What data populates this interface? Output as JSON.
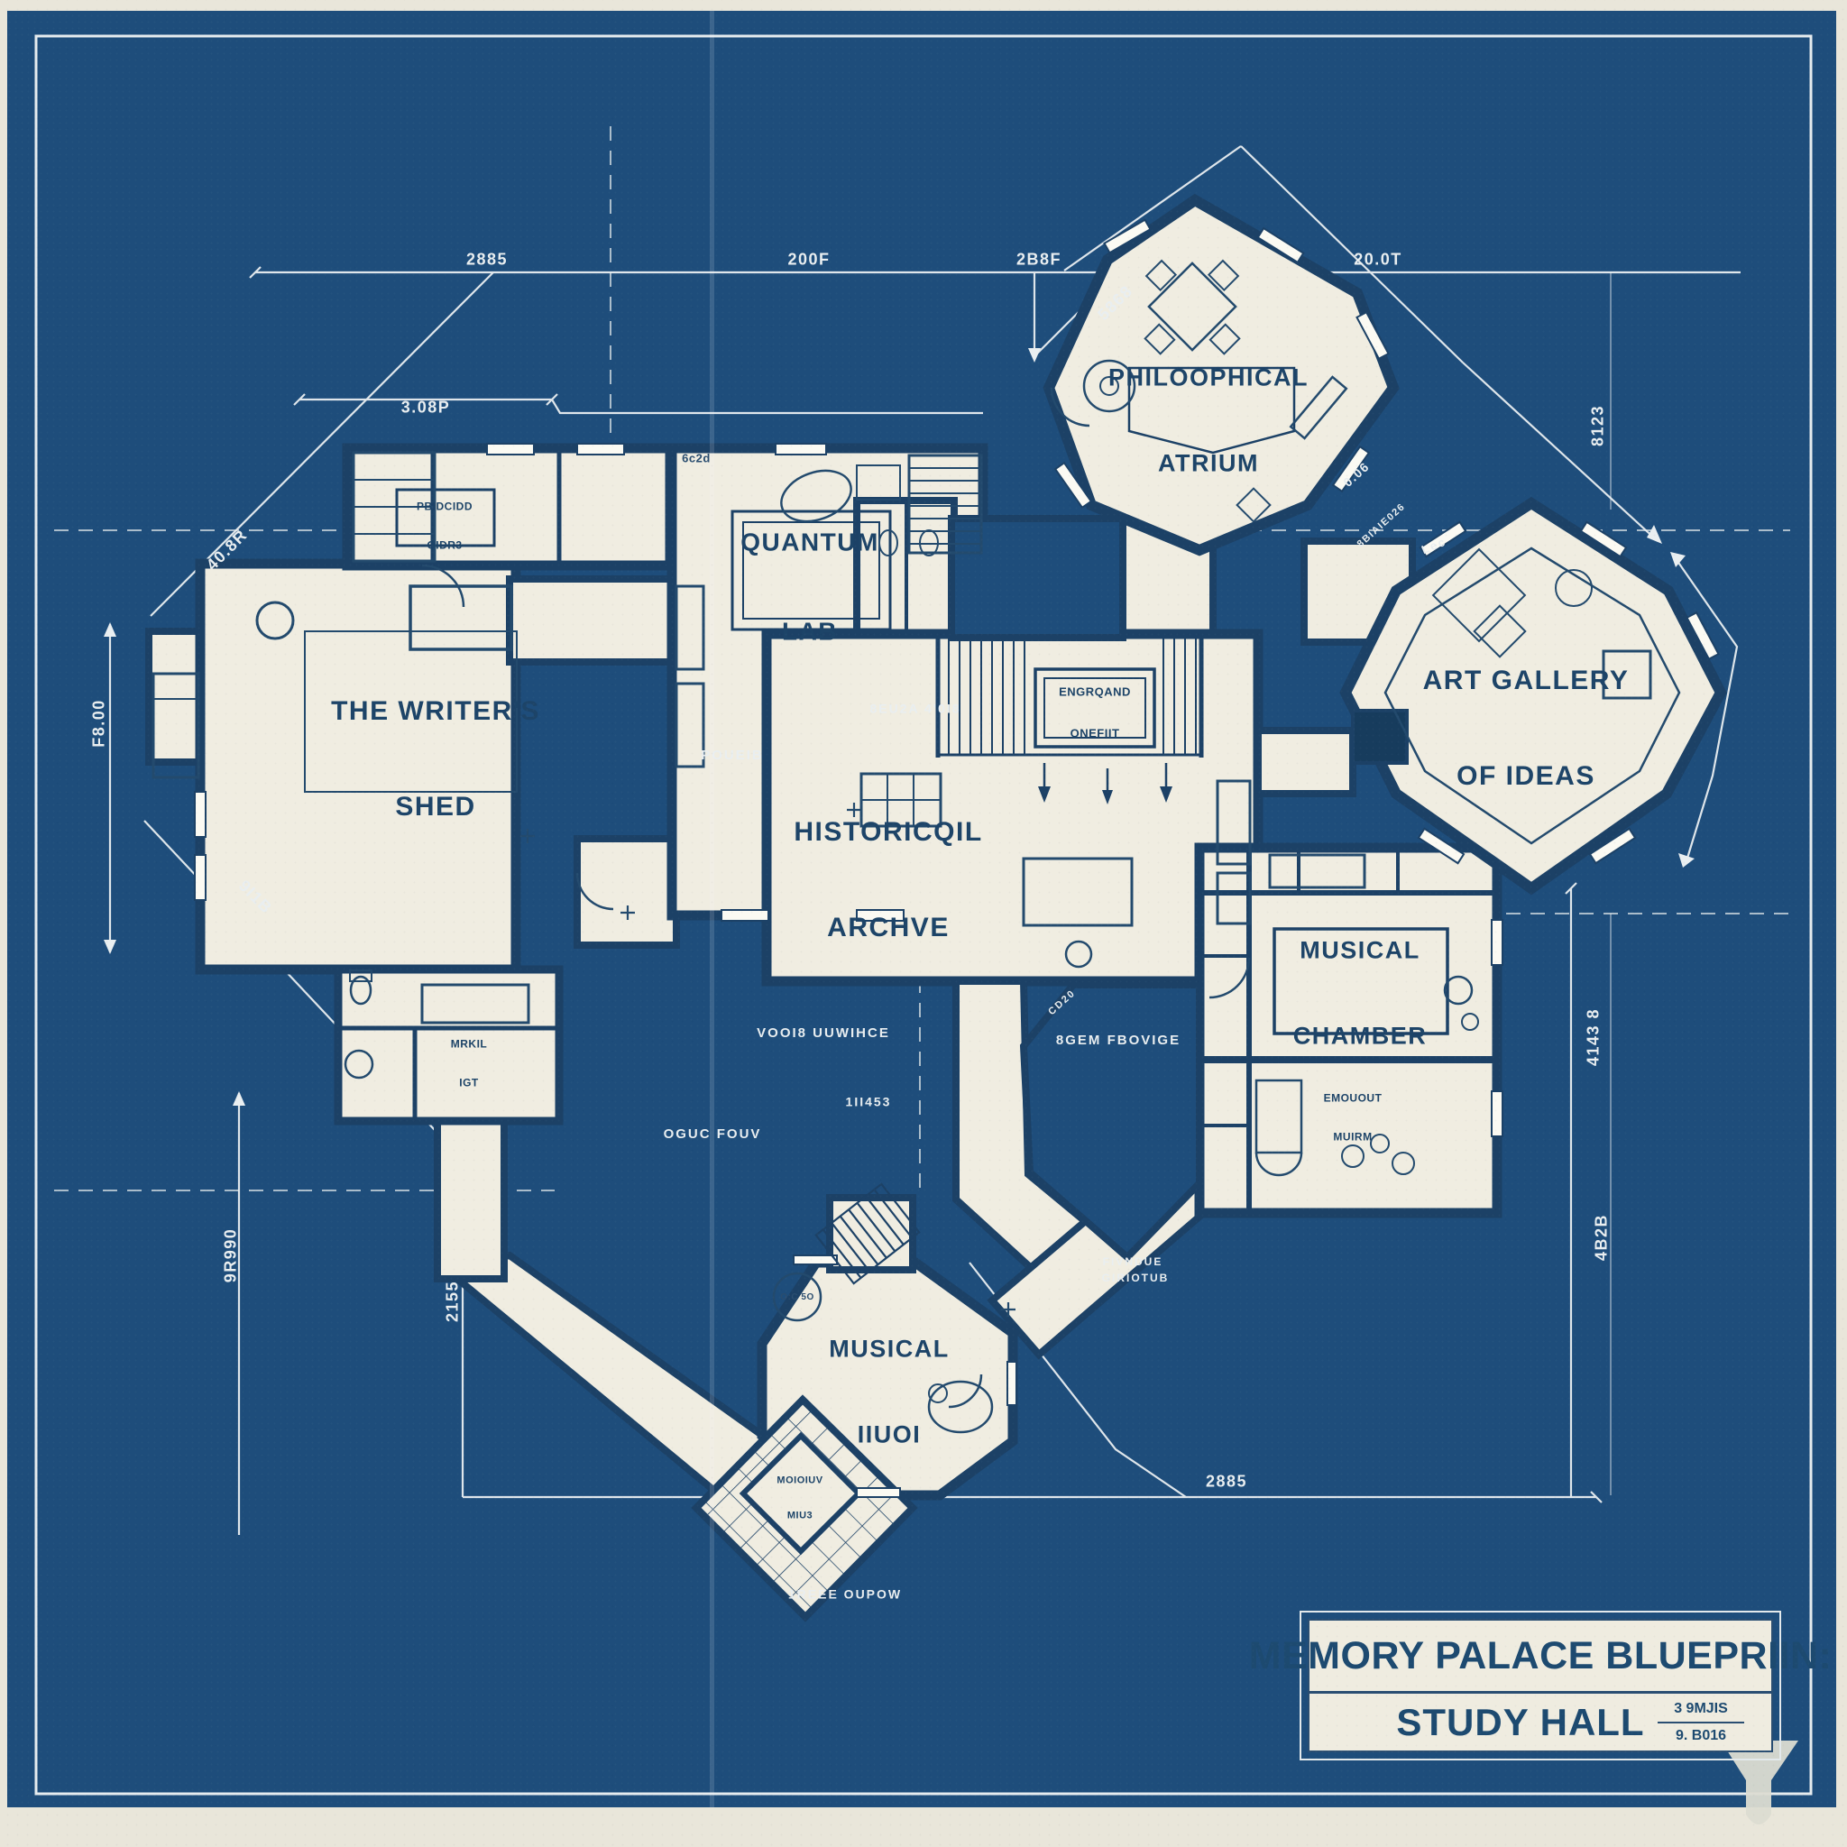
{
  "meta": {
    "title_line1": "MEMORY PALACE BLUEPRIIN:",
    "title_line2": "STUDY HALL",
    "scale_top": "3 9MJIS",
    "scale_bottom": "9. B016"
  },
  "rooms": {
    "writers_shed": {
      "line1": "THE WRITER'S",
      "line2": "SHED"
    },
    "quantum_lab": {
      "line1": "QUANTUM",
      "line2": "LAB"
    },
    "philosophical_atrium": {
      "line1": "PHILOOPHICAL",
      "line2": "ATRIUM"
    },
    "art_gallery": {
      "line1": "ART GALLERY",
      "line2": "OF IDEAS"
    },
    "historical_archive": {
      "line1": "HISTORICQIL",
      "line2": "ARCHVE"
    },
    "musical_chamber": {
      "line1": "MUSICAL",
      "line2": "CHAMBER"
    },
    "music_room_lower": {
      "line1": "MUSICAL",
      "line2": "IIUOI"
    },
    "stair_hall": {
      "line1": "ENGRQAND",
      "line2": "ONEFIIT"
    },
    "closet_upper": {
      "line1": "PBIDCIDD",
      "line2": "OIDR3"
    },
    "pantry_lower": {
      "line1": "MRKIL",
      "line2": "IGT"
    },
    "piano_room": {
      "line1": "EMOUOUT",
      "line2": "MUIRM"
    },
    "terrace_room": {
      "line1": "MOIOIUV",
      "line2": "MIU3"
    }
  },
  "notes": {
    "courtyard": "POUEIB",
    "hall_upper": "8EU2A 4'0I8",
    "hall_mid": "VOOI8 UUWIHCE",
    "court_right": "8GEM FBOVIGE",
    "court_left": "OGUC FOUV",
    "court_num": "1II453",
    "small_cd": "CD20",
    "legend1": "FIVNDUE",
    "legend2": "GIRIOTUB",
    "bottom": "1REEE OUPOW",
    "gallery_small": "Lec",
    "lab_small": "6c2d",
    "oct_small": "O:C 5O"
  },
  "dims": {
    "top1": "2885",
    "top2": "200F",
    "top3": "2B8F",
    "top4": "20.0T",
    "diag_ne": "5868",
    "upper_left": "3.08P",
    "left_diag1": "40.8R",
    "left_vert1": "F8.00",
    "left_diag2": "9I1B",
    "left_vert2": "9R990",
    "left_vert3": "2155",
    "right_vert1": "8123",
    "right_vert2": "4143 8",
    "right_vert3": "4B2B",
    "bottom1": "2885",
    "diag_se1": "0.06",
    "diag_se2": "8BIAIE026"
  },
  "colors": {
    "paper_edge": "#e9e6da",
    "blueprint_bg": "#1e4d7b",
    "room_fill": "#f0ede1",
    "wall_ink": "#1c4166",
    "line_white": "#e9eef0",
    "label_ink": "#1d4468"
  }
}
